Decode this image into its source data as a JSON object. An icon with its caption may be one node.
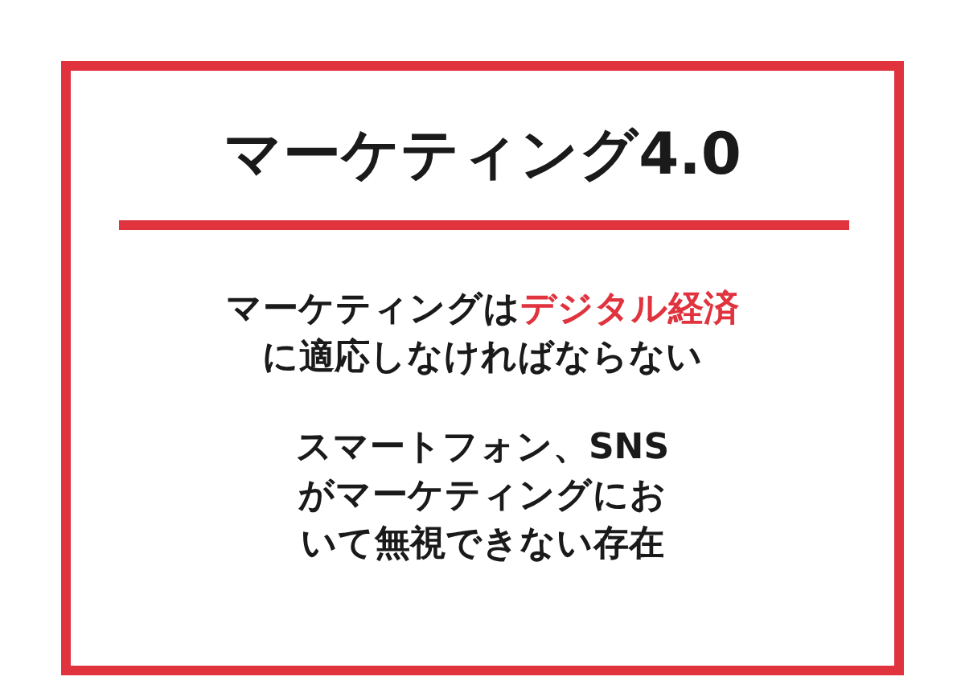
{
  "diagram": {
    "nodes": [
      {
        "text": [
          "マーケティング4.0",
          "マーケティングは**デジタル経済**に適応しなければならない",
          "スマートフォン、SNSがマーケティングにおいて無視できない存在"
        ]
      }
    ]
  }
}
